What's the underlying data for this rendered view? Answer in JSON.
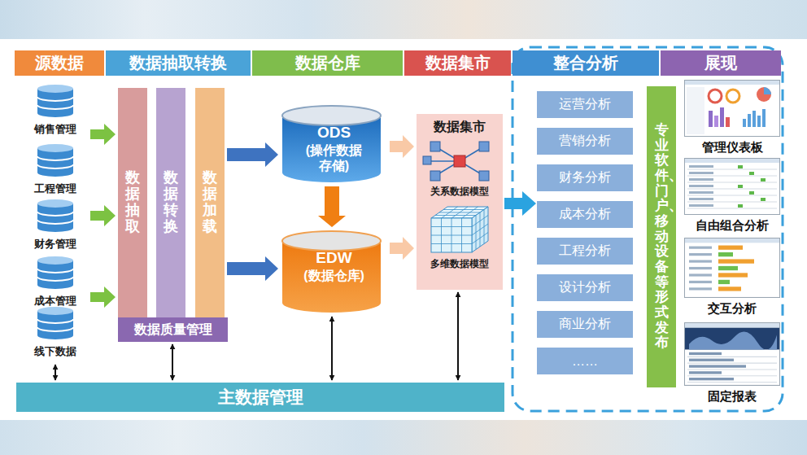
{
  "diagram": {
    "nodes": [
      {
        "text": [
          "源数据"
        ]
      },
      {
        "text": [
          "数据抽取转换"
        ]
      },
      {
        "text": [
          "数据仓库"
        ]
      },
      {
        "text": [
          "数据集市"
        ]
      },
      {
        "text": [
          "整合分析"
        ]
      },
      {
        "text": [
          "展现"
        ]
      },
      {
        "text": [
          "销售管理"
        ]
      },
      {
        "text": [
          "工程管理"
        ]
      },
      {
        "text": [
          "财务管理"
        ]
      },
      {
        "text": [
          "成本管理"
        ]
      },
      {
        "text": [
          "线下数据"
        ]
      },
      {
        "text": [
          "数据抽取"
        ]
      },
      {
        "text": [
          "数据转换"
        ]
      },
      {
        "text": [
          "数据加载"
        ]
      },
      {
        "text": [
          "数据质量管理"
        ]
      },
      {
        "text": [
          "ODS",
          "(操作数据存储)"
        ]
      },
      {
        "text": [
          "EDW",
          "(数据仓库)"
        ]
      },
      {
        "text": [
          "数据集市",
          "关系数据模型",
          "多维数据模型"
        ]
      },
      {
        "text": [
          "运营分析"
        ]
      },
      {
        "text": [
          "营销分析"
        ]
      },
      {
        "text": [
          "财务分析"
        ]
      },
      {
        "text": [
          "成本分析"
        ]
      },
      {
        "text": [
          "工程分析"
        ]
      },
      {
        "text": [
          "设计分析"
        ]
      },
      {
        "text": [
          "商业分析"
        ]
      },
      {
        "text": [
          "……"
        ]
      },
      {
        "text": [
          "专业软件、门户、移动设备等形式发布"
        ]
      },
      {
        "text": [
          "管理仪表板"
        ]
      },
      {
        "text": [
          "自由组合分析"
        ]
      },
      {
        "text": [
          "交互分析"
        ]
      },
      {
        "text": [
          "固定报表"
        ]
      },
      {
        "text": [
          "主数据管理"
        ]
      }
    ],
    "edges": [
      {
        "from": 6,
        "to": 11,
        "arrow": "to"
      },
      {
        "from": 8,
        "to": 11,
        "arrow": "to"
      },
      {
        "from": 9,
        "to": 11,
        "arrow": "to"
      },
      {
        "from": 13,
        "to": 15,
        "arrow": "to"
      },
      {
        "from": 13,
        "to": 16,
        "arrow": "to"
      },
      {
        "from": 15,
        "to": 16,
        "arrow": "to"
      },
      {
        "from": 15,
        "to": 17,
        "arrow": "to"
      },
      {
        "from": 16,
        "to": 17,
        "arrow": "to"
      },
      {
        "from": 10,
        "to": 31,
        "arrow": "both"
      },
      {
        "from": 14,
        "to": 31,
        "arrow": "both"
      },
      {
        "from": 16,
        "to": 31,
        "arrow": "both"
      },
      {
        "from": 17,
        "to": 31,
        "arrow": "both"
      }
    ]
  }
}
